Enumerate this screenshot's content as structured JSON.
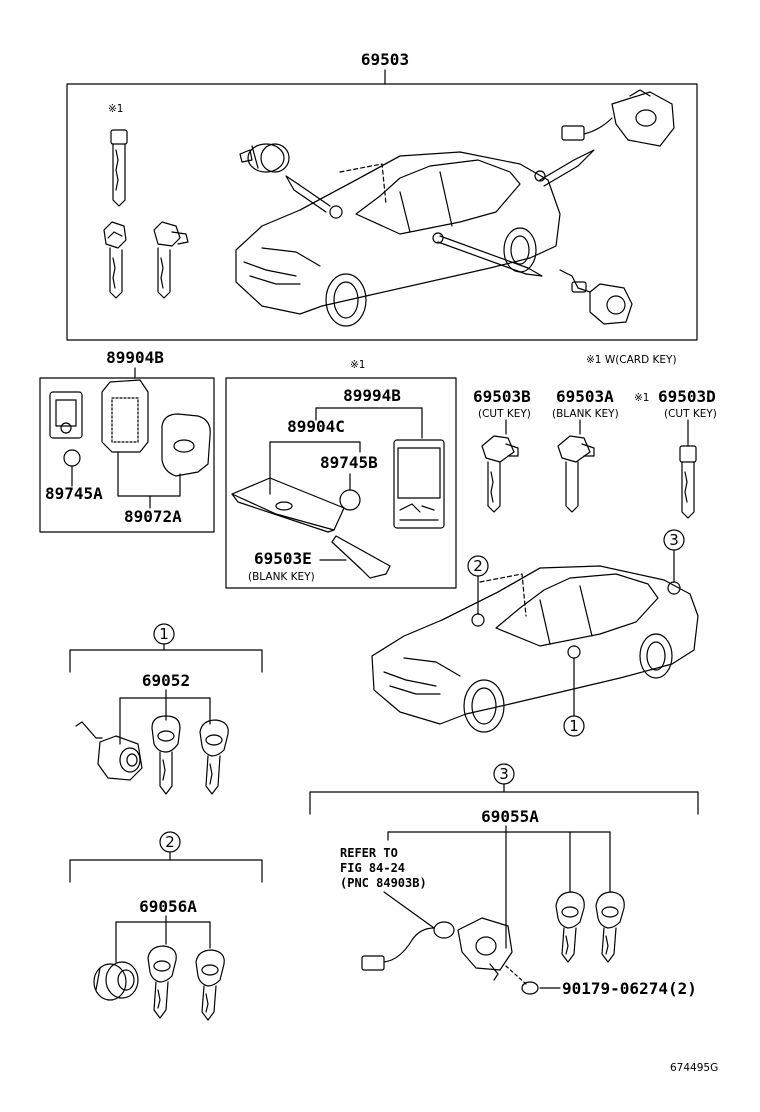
{
  "parts": {
    "p69503": "69503",
    "p89904B": "89904B",
    "p89745A": "89745A",
    "p89072A": "89072A",
    "p89994B": "89994B",
    "p89904C": "89904C",
    "p89745B": "89745B",
    "p69503E": "69503E",
    "p69503B": "69503B",
    "p69503A": "69503A",
    "p69503D": "69503D",
    "p69052": "69052",
    "p69056A": "69056A",
    "p69055A": "69055A",
    "p90179": "90179-06274(2)"
  },
  "notes": {
    "ref1_top": "※1",
    "ref1_mid": "※1",
    "ref1_d": "※1",
    "card_key": "※1 W(CARD KEY)",
    "blank_key_e": "(BLANK KEY)",
    "cut_key_b": "(CUT KEY)",
    "blank_key_a": "(BLANK KEY)",
    "cut_key_d": "(CUT KEY)",
    "refer_line1": "REFER TO",
    "refer_line2": "FIG 84-24",
    "refer_line3": "(PNC 84903B)"
  },
  "callouts": {
    "c1": "1",
    "c2": "2",
    "c3": "3"
  },
  "figure_id": "674495G"
}
